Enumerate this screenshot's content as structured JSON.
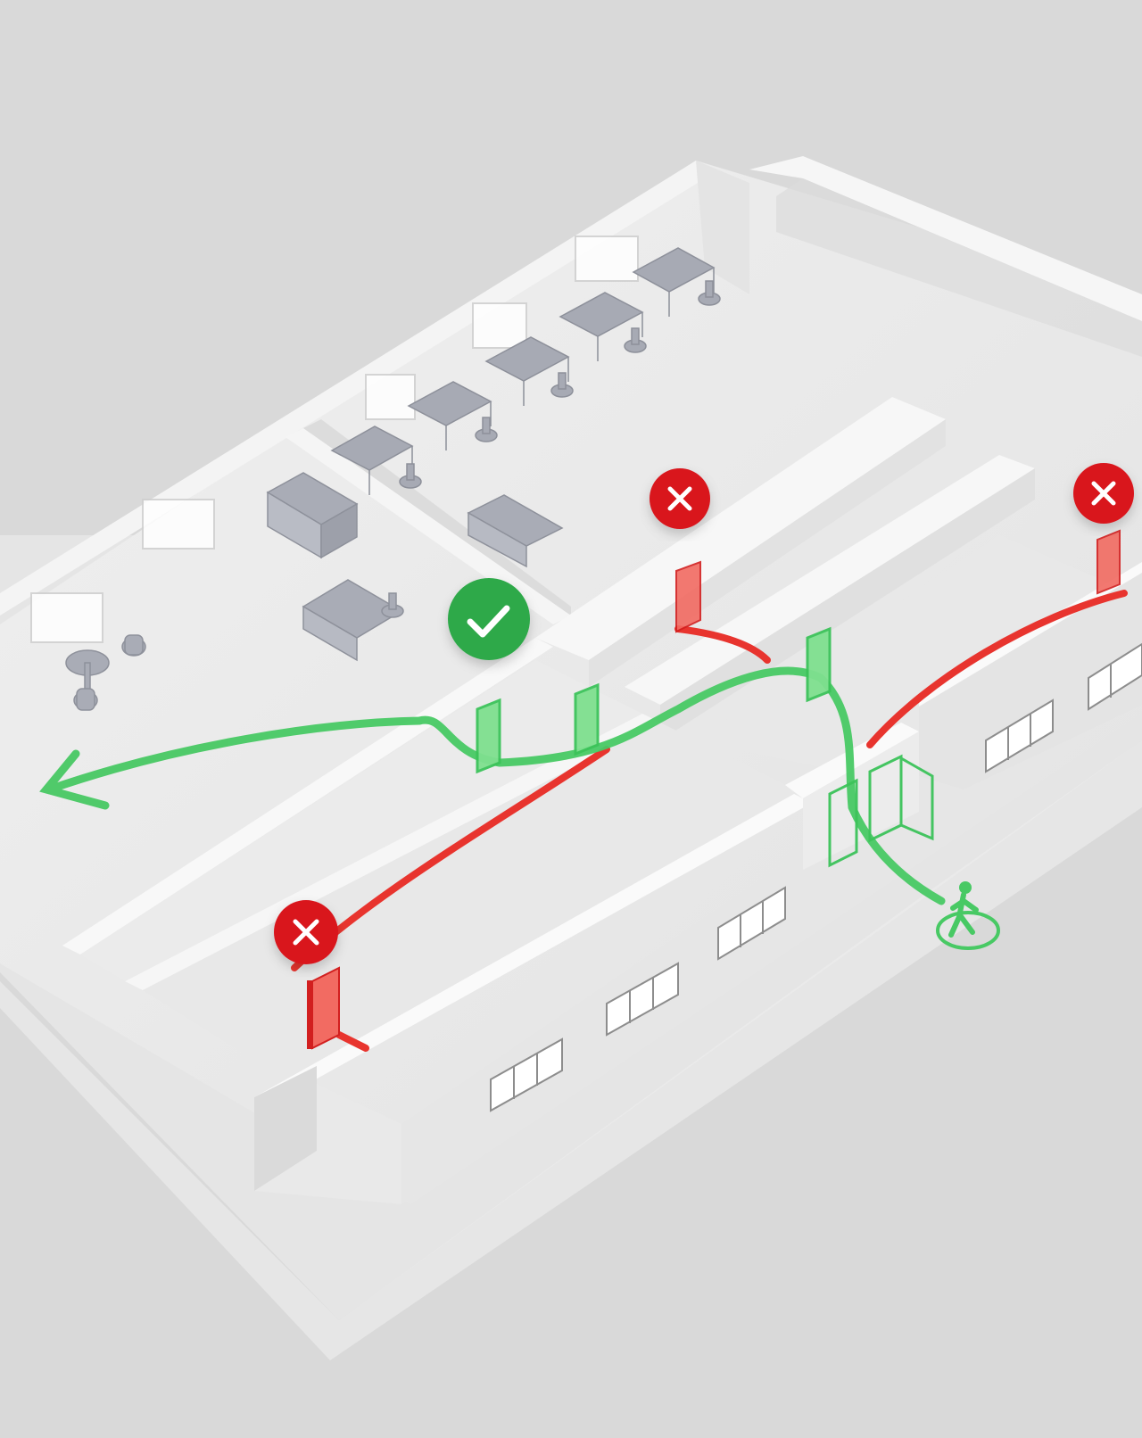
{
  "colors": {
    "background": "#d9d9d9",
    "ground": "#ececec",
    "floor": "#e9e9e9",
    "wall_top": "#f7f7f7",
    "wall_side": "#dedede",
    "furniture": "#a7aab4",
    "allowed": "#3cc35a",
    "denied": "#e8342e",
    "badge_allowed": "#2fa94a",
    "badge_denied": "#d9141e"
  },
  "icons": {
    "allowed_badge": "check-icon",
    "denied_badge": "x-icon",
    "person": "walking-person-icon"
  },
  "badges": [
    {
      "name": "access-granted-badge",
      "status": "allowed"
    },
    {
      "name": "access-denied-badge-top",
      "status": "denied"
    },
    {
      "name": "access-denied-badge-right",
      "status": "denied"
    },
    {
      "name": "access-denied-badge-left",
      "status": "denied"
    }
  ]
}
